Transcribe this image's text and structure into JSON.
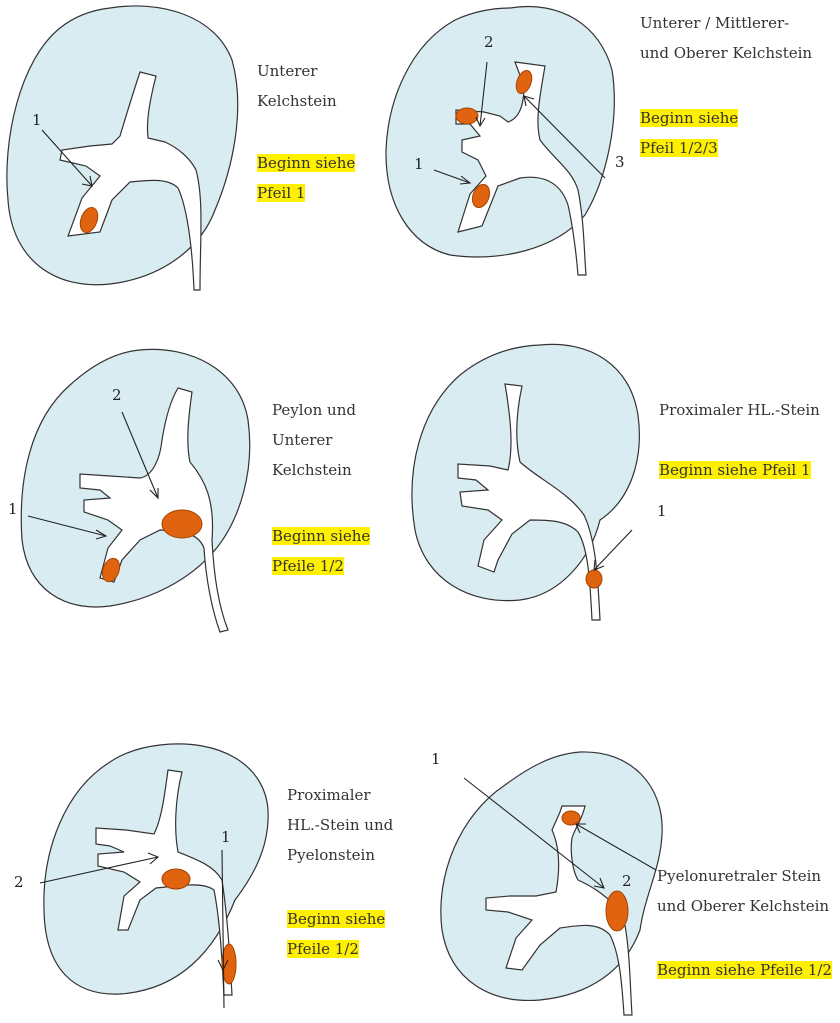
{
  "colors": {
    "kidney": "#d9ecf1",
    "stone": "#e0630f",
    "highlight": "#ffef00"
  },
  "panels": [
    {
      "title_lines": [
        "Unterer",
        "Kelchstein"
      ],
      "begin_lines": [
        "Beginn siehe",
        "Pfeil 1"
      ],
      "arrows": [
        "1"
      ]
    },
    {
      "title_lines": [
        "Unterer / Mittlerer-",
        "und Oberer Kelchstein"
      ],
      "begin_lines": [
        "Beginn siehe",
        "Pfeil 1/2/3"
      ],
      "arrows": [
        "1",
        "2",
        "3"
      ]
    },
    {
      "title_lines": [
        "Peylon und",
        "Unterer",
        "Kelchstein"
      ],
      "begin_lines": [
        "Beginn siehe",
        "Pfeile 1/2"
      ],
      "arrows": [
        "1",
        "2"
      ]
    },
    {
      "title_lines": [
        "Proximaler HL.-Stein"
      ],
      "begin_lines": [
        "Beginn siehe Pfeil 1"
      ],
      "arrows": [
        "1"
      ]
    },
    {
      "title_lines": [
        "Proximaler",
        "HL.-Stein und",
        "Pyelonstein"
      ],
      "begin_lines": [
        "Beginn siehe",
        "Pfeile 1/2"
      ],
      "arrows": [
        "1",
        "2"
      ]
    },
    {
      "title_lines": [
        "Pyelonuretraler Stein",
        "und Oberer Kelchstein"
      ],
      "begin_lines": [
        "Beginn siehe Pfeile 1/2"
      ],
      "arrows": [
        "1",
        "2"
      ]
    }
  ]
}
